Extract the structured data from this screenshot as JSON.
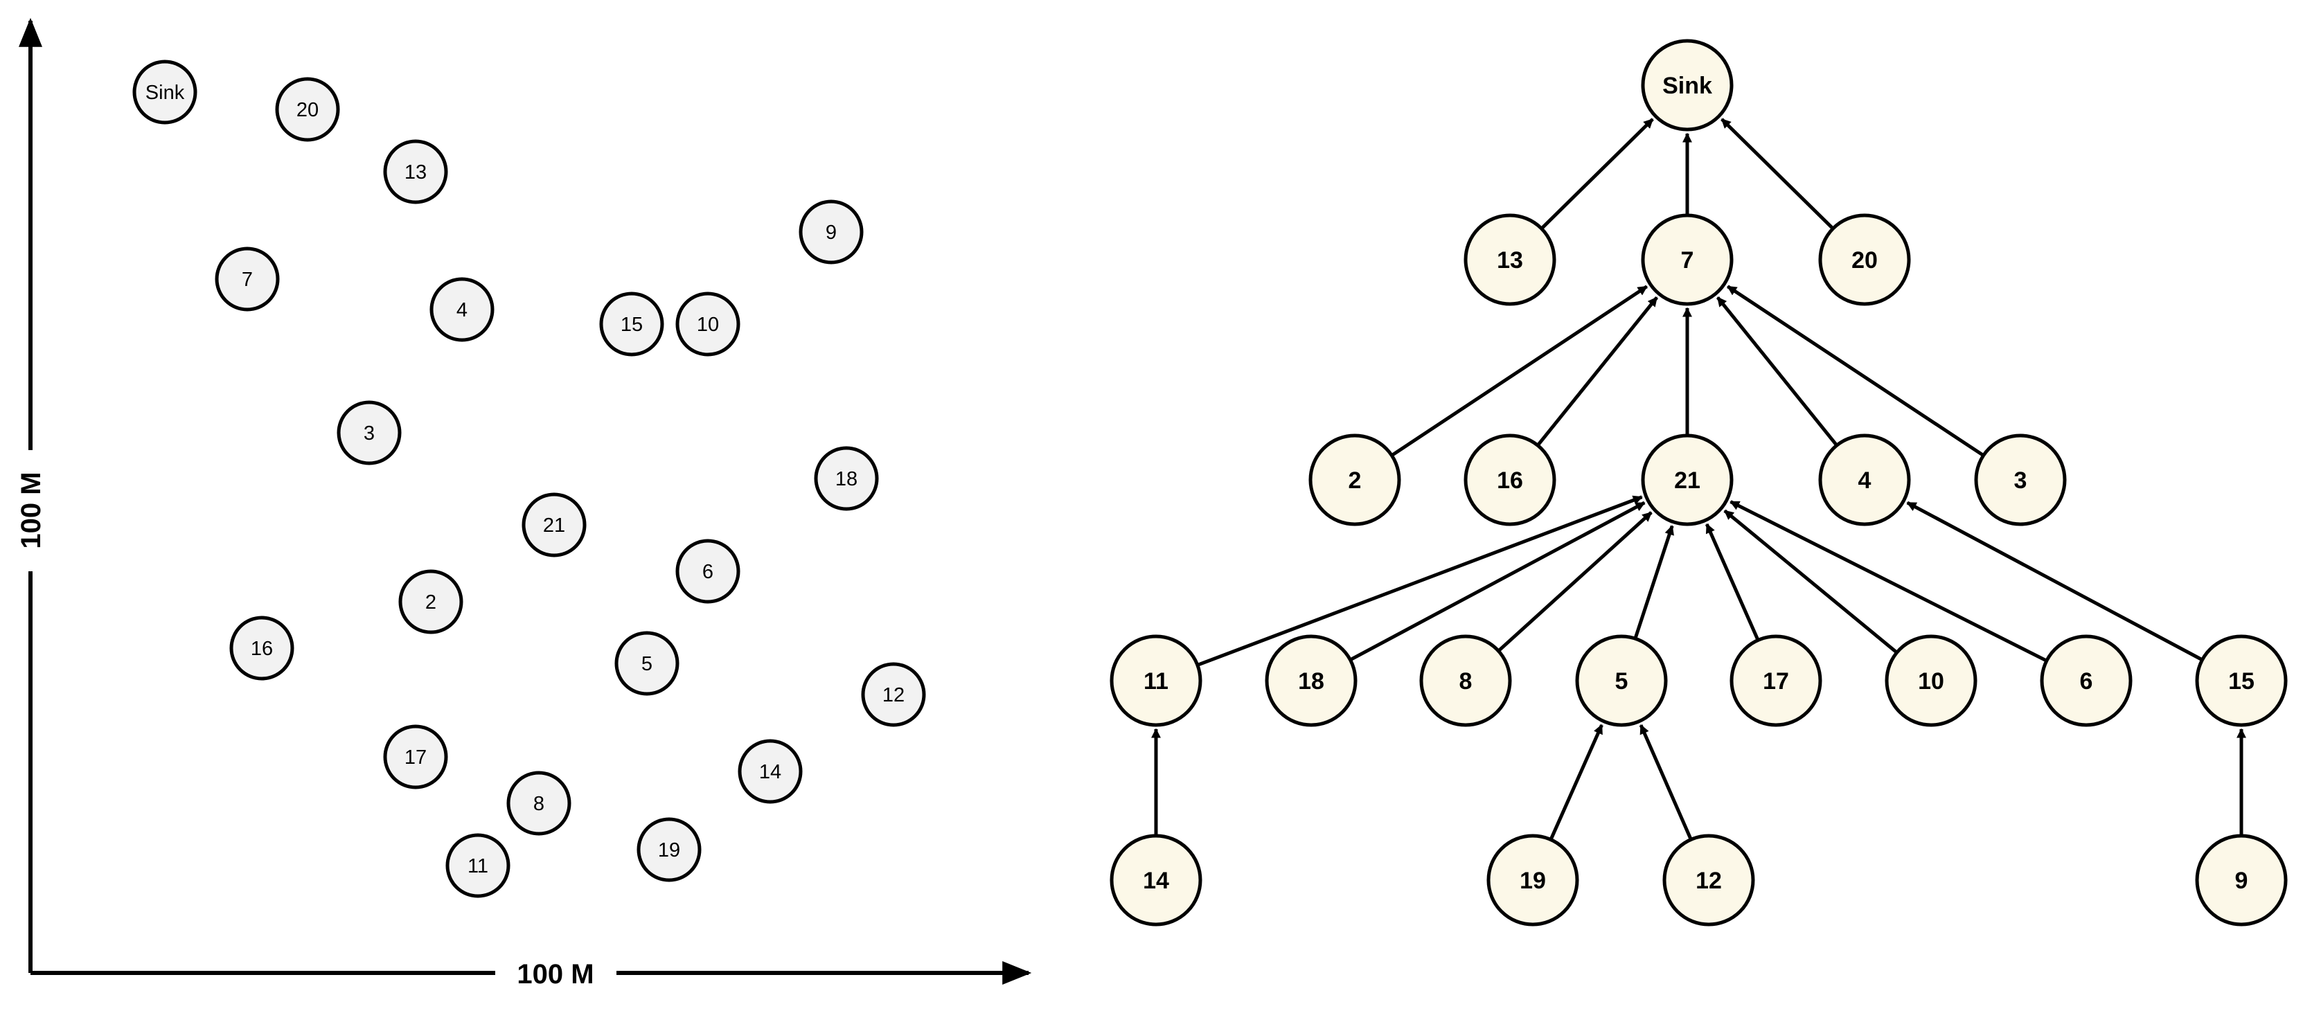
{
  "axes": {
    "x_label": "100 M",
    "y_label": "100 M"
  },
  "scatter_nodes": [
    {
      "id": "Sink"
    },
    {
      "id": "20"
    },
    {
      "id": "13"
    },
    {
      "id": "9"
    },
    {
      "id": "7"
    },
    {
      "id": "4"
    },
    {
      "id": "15"
    },
    {
      "id": "10"
    },
    {
      "id": "3"
    },
    {
      "id": "18"
    },
    {
      "id": "21"
    },
    {
      "id": "6"
    },
    {
      "id": "2"
    },
    {
      "id": "16"
    },
    {
      "id": "5"
    },
    {
      "id": "12"
    },
    {
      "id": "17"
    },
    {
      "id": "14"
    },
    {
      "id": "8"
    },
    {
      "id": "19"
    },
    {
      "id": "11"
    }
  ],
  "tree": {
    "root": "Sink",
    "edges": [
      {
        "from": "13",
        "to": "Sink"
      },
      {
        "from": "7",
        "to": "Sink"
      },
      {
        "from": "20",
        "to": "Sink"
      },
      {
        "from": "2",
        "to": "7"
      },
      {
        "from": "16",
        "to": "7"
      },
      {
        "from": "21",
        "to": "7"
      },
      {
        "from": "4",
        "to": "7"
      },
      {
        "from": "3",
        "to": "7"
      },
      {
        "from": "11",
        "to": "21"
      },
      {
        "from": "18",
        "to": "21"
      },
      {
        "from": "8",
        "to": "21"
      },
      {
        "from": "5",
        "to": "21"
      },
      {
        "from": "17",
        "to": "21"
      },
      {
        "from": "10",
        "to": "21"
      },
      {
        "from": "6",
        "to": "21"
      },
      {
        "from": "15",
        "to": "4"
      },
      {
        "from": "14",
        "to": "11"
      },
      {
        "from": "19",
        "to": "5"
      },
      {
        "from": "12",
        "to": "5"
      },
      {
        "from": "9",
        "to": "15"
      }
    ]
  }
}
